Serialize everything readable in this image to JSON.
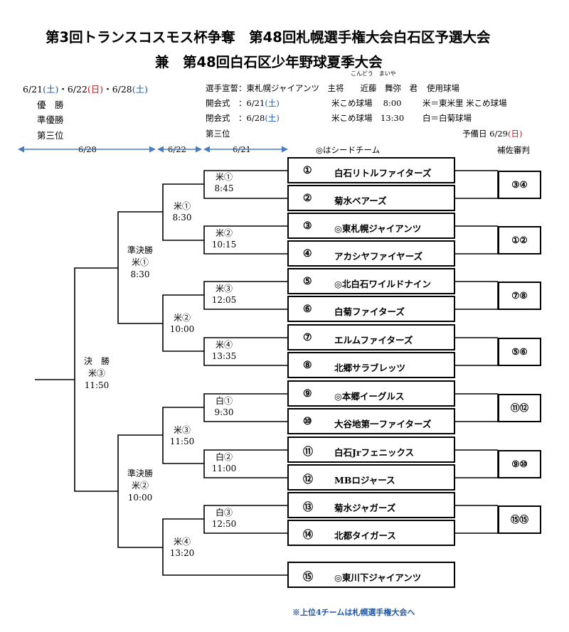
{
  "header": {
    "title1": "第3回トランスコスモス杯争奪　第48回札幌選手権大会白石区予選大会",
    "title2": "兼　第48回白石区少年野球夏季大会",
    "ruby": "こんどう　まいや"
  },
  "info": {
    "date_d1": "6/21",
    "date_w1": "(土)",
    "date_sep1": "・6/22",
    "date_w2": "(日)",
    "date_sep2": "・6/28",
    "date_w3": "(土)",
    "winner": "優　勝",
    "runner_up": "準優勝",
    "third": "第三位",
    "oath": "選手宣誓：東札幌ジャイアンツ　主将　　近藤　舞弥　君",
    "venue_label": "使用球場",
    "opening_pre": "開会式　：6/21",
    "opening_w": "(土)",
    "closing_pre": "閉会式　：6/28",
    "closing_w": "(土)",
    "third_right": "第三位",
    "opening_time": "米こめ球場　 8:00",
    "closing_time": "米こめ球場　13:30",
    "venue1": "米＝東米里 米こめ球場",
    "venue2": "白＝白菊球場",
    "reserve_pre": "予備日 6/29",
    "reserve_w": "(日)",
    "sub_umpire": "補佐審判",
    "seed_note": "◎はシードチーム",
    "footnote": "※上位4チームは札幌選手権大会へ"
  },
  "rounds": {
    "r1": "6/28",
    "r2": "6/22",
    "r3": "6/21"
  },
  "teams": [
    {
      "num": "①",
      "name": "白石リトルファイターズ"
    },
    {
      "num": "②",
      "name": "菊水ベアーズ"
    },
    {
      "num": "③",
      "name": "◎東札幌ジャイアンツ"
    },
    {
      "num": "④",
      "name": "アカシヤファイヤーズ"
    },
    {
      "num": "⑤",
      "name": "◎北白石ワイルドナイン"
    },
    {
      "num": "⑥",
      "name": "白菊ファイターズ"
    },
    {
      "num": "⑦",
      "name": "エルムファイターズ"
    },
    {
      "num": "⑧",
      "name": "北郷サラブレッツ"
    },
    {
      "num": "⑨",
      "name": "◎本郷イーグルス"
    },
    {
      "num": "⑩",
      "name": "大谷地第一ファイターズ"
    },
    {
      "num": "⑪",
      "name": "白石Jrフェニックス"
    },
    {
      "num": "⑫",
      "name": "MBロジャース"
    },
    {
      "num": "⑬",
      "name": "菊水ジャガーズ"
    },
    {
      "num": "⑭",
      "name": "北都タイガース"
    },
    {
      "num": "⑮",
      "name": "◎東川下ジャイアンツ"
    }
  ],
  "referees": [
    "③④",
    "①②",
    "⑦⑧",
    "⑤⑥",
    "⑪⑫",
    "⑨⑩",
    "⑮⑮"
  ],
  "games": {
    "g1": {
      "field": "米①",
      "time": "8:45"
    },
    "g2": {
      "field": "米②",
      "time": "10:15"
    },
    "g3": {
      "field": "米③",
      "time": "12:05"
    },
    "g4": {
      "field": "米④",
      "time": "13:35"
    },
    "g5": {
      "field": "白①",
      "time": "9:30"
    },
    "g6": {
      "field": "白②",
      "time": "11:00"
    },
    "g7": {
      "field": "白③",
      "time": "12:50"
    },
    "q1": {
      "field": "米①",
      "time": "8:30"
    },
    "q2": {
      "field": "米②",
      "time": "10:00"
    },
    "q3": {
      "field": "米③",
      "time": "11:50"
    },
    "q4": {
      "field": "米④",
      "time": "13:20"
    },
    "sf1": {
      "label": "準決勝",
      "field": "米①",
      "time": "8:30"
    },
    "sf2": {
      "label": "準決勝",
      "field": "米②",
      "time": "10:00"
    },
    "final": {
      "label": "決　勝",
      "field": "米③",
      "time": "11:50"
    }
  }
}
